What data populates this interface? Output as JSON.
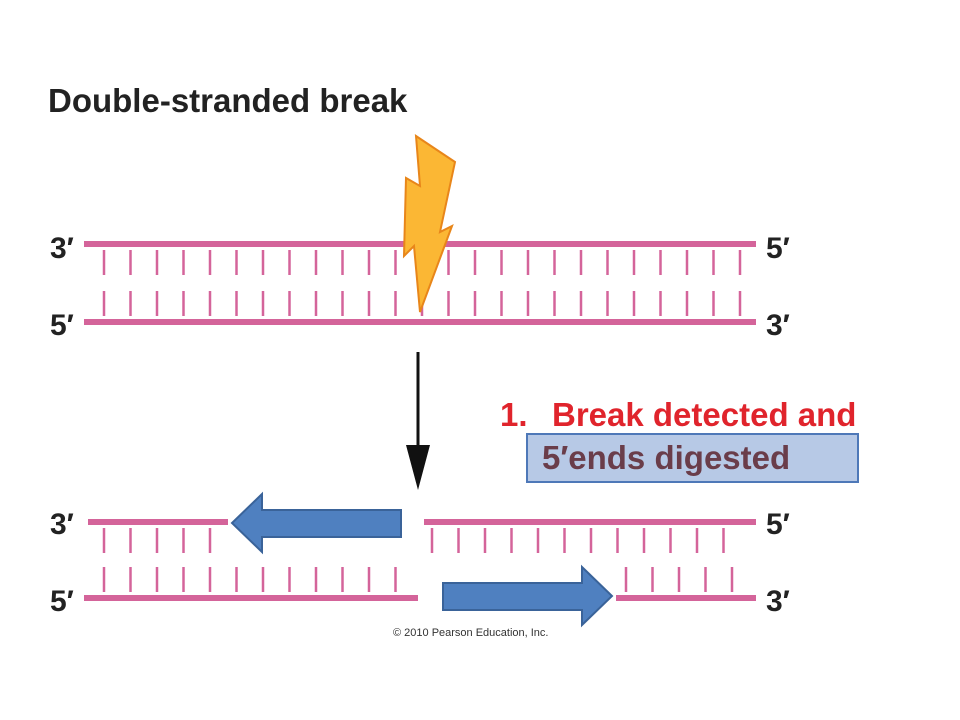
{
  "title": "Double-stranded break",
  "labels": {
    "three_prime": "3′",
    "five_prime": "5′"
  },
  "step": {
    "number": "1.",
    "line1": "Break detected and",
    "line2": "5′ends digested"
  },
  "copyright": "© 2010 Pearson Education, Inc.",
  "colors": {
    "strand": "#d4649a",
    "tick": "#d4649a",
    "step_red": "#e0242c",
    "box_fill": "#b7c9e6",
    "box_border": "#4e78b8",
    "arrow_fill": "#4f80c0",
    "arrow_stroke": "#3a6399",
    "bolt_fill": "#fbb734",
    "bolt_stroke": "#e8861a",
    "text_dark": "#222222",
    "step_line2": "#6a3d4a"
  }
}
